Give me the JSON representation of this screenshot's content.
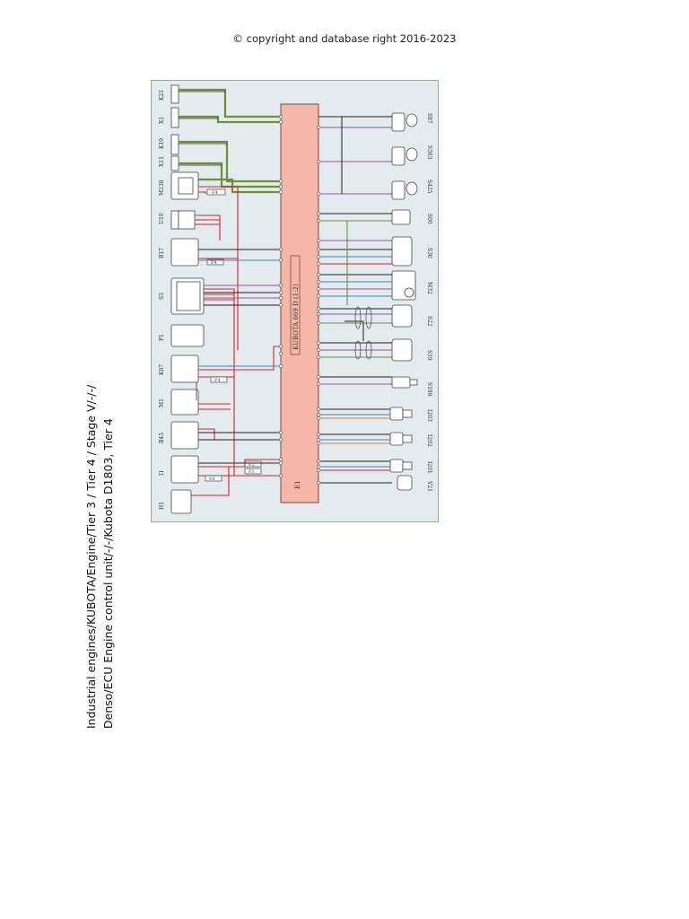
{
  "header": {
    "copyright": "© copyright and database right 2016-2023"
  },
  "caption": {
    "line1": "Industrial engines/KUBOTA/Engine/Tier 3 / Tier 4 / Stage V/-/-/",
    "line2": "Denso/ECU Engine control unit/-/-/Kubota D1803, Tier 4"
  },
  "diagram": {
    "ecu_label": "E1",
    "ecu_part_label": "KUBOTA 669 D (1:2)",
    "left_components": [
      "K21",
      "X1",
      "K19",
      "X11",
      "M238",
      "U10",
      "B17",
      "S5",
      "P1",
      "K07",
      "M1",
      "B45",
      "I1",
      "H1"
    ],
    "right_components": [
      "S87",
      "S503",
      "S425",
      "S00",
      "S30",
      "M32",
      "S22",
      "S19",
      "S199",
      "I203",
      "I202",
      "I201",
      "V21"
    ],
    "fuses": [
      "F4",
      "F4",
      "F4",
      "F2",
      "F3",
      "F6"
    ],
    "colors": {
      "background": "#e4ebee",
      "ecu_fill": "#f4b7a8",
      "red": "#d2232a",
      "green": "#6d8f3a",
      "blue": "#3f7fc8",
      "purple": "#a24b9a",
      "orange": "#e07b2b",
      "black": "#222222"
    }
  }
}
